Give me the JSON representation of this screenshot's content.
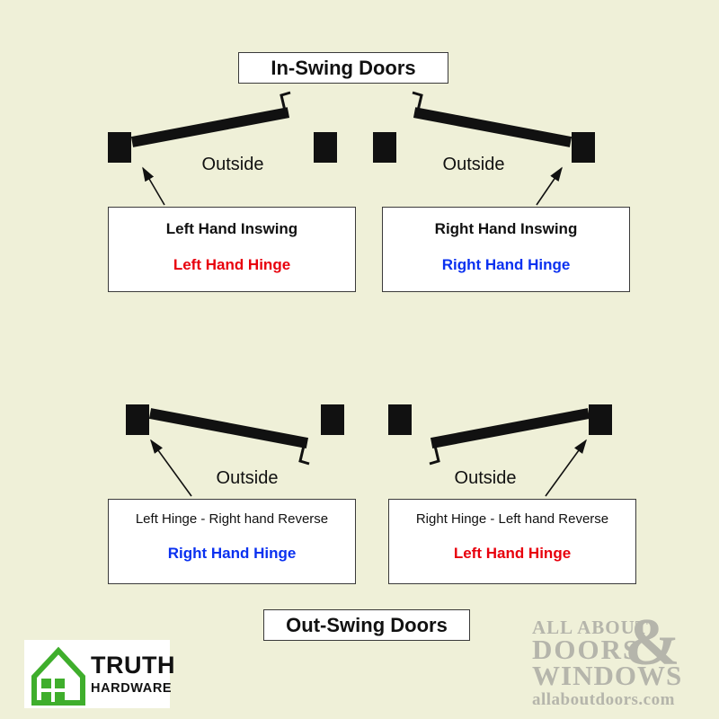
{
  "colors": {
    "background": "#eff0d8",
    "ink": "#111111",
    "red": "#e8000d",
    "blue": "#0a31f0",
    "green": "#3fae2c",
    "watermark": "#b5b5ab",
    "box_border": "#3a3a3a",
    "box_bg": "#ffffff"
  },
  "titles": {
    "inswing": "In-Swing Doors",
    "outswing": "Out-Swing Doors"
  },
  "inswing_left": {
    "outside": "Outside",
    "name": "Left Hand Inswing",
    "hinge": "Left Hand Hinge"
  },
  "inswing_right": {
    "outside": "Outside",
    "name": "Right Hand Inswing",
    "hinge": "Right Hand Hinge"
  },
  "outswing_left": {
    "outside": "Outside",
    "name": "Left Hinge - Right hand Reverse",
    "hinge": "Right Hand Hinge"
  },
  "outswing_right": {
    "outside": "Outside",
    "name": "Right Hinge - Left hand Reverse",
    "hinge": "Left Hand Hinge"
  },
  "branding": {
    "truth": "TRUTH",
    "hardware": "HARDWARE",
    "wm_line1": "ALL ABOUT",
    "wm_line2": "DOORS",
    "wm_amp": "&",
    "wm_line3": "WINDOWS",
    "wm_url": "allaboutdoors.com"
  }
}
